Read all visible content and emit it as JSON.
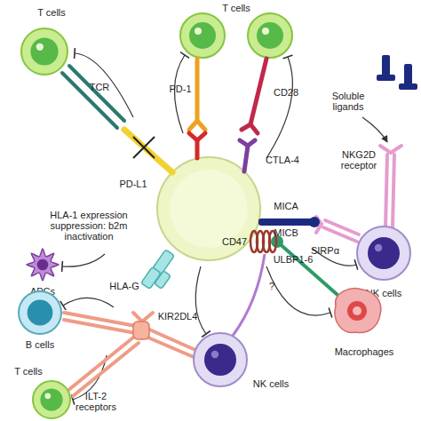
{
  "diagram": {
    "nodes": [
      {
        "text": [
          "T cells"
        ]
      },
      {
        "text": [
          "NK cells"
        ]
      },
      {
        "text": [
          "APCs"
        ]
      },
      {
        "text": [
          "Macrophages"
        ]
      },
      {
        "text": [
          "B cells"
        ]
      },
      {
        "text": [
          "NK cells"
        ]
      },
      {
        "text": [
          "T cells"
        ]
      }
    ],
    "labels": [
      "T cells",
      "TCR",
      "PD-1",
      "CD28",
      "PD-L1",
      "CTLA-4",
      "Soluble ligands",
      "NKG2D receptor",
      "HLA-1 expression suppression: b2m inactivation",
      "MICA",
      "MICB",
      "ULBP1-6",
      "CD47",
      "SIRPα",
      "?",
      "HLA-G",
      "KIR2DL4",
      "ILT-2 receptors"
    ]
  }
}
